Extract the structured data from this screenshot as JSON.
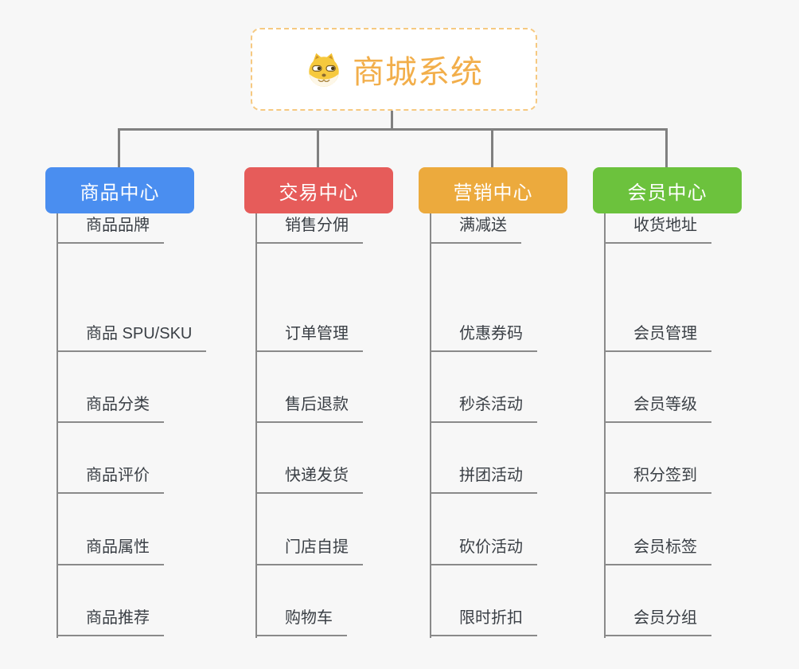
{
  "page": {
    "background_color": "#f7f7f7",
    "connector_color": "#808080"
  },
  "root": {
    "title": "商城系统",
    "icon": "shiba-dog-icon",
    "title_color": "#f2ae4a",
    "border_color": "#f6c981"
  },
  "branches": [
    {
      "label": "商品中心",
      "color": "#4a8ef0",
      "children": [
        "商品 SPU/SKU",
        "商品分类",
        "商品评价",
        "商品属性",
        "商品推荐",
        "商品品牌"
      ]
    },
    {
      "label": "交易中心",
      "color": "#e65c5a",
      "children": [
        "订单管理",
        "售后退款",
        "快递发货",
        "门店自提",
        "购物车",
        "销售分佣"
      ]
    },
    {
      "label": "营销中心",
      "color": "#ecaa3d",
      "children": [
        "优惠券码",
        "秒杀活动",
        "拼团活动",
        "砍价活动",
        "限时折扣",
        "满减送"
      ]
    },
    {
      "label": "会员中心",
      "color": "#6cc23d",
      "children": [
        "会员管理",
        "会员等级",
        "积分签到",
        "会员标签",
        "会员分组",
        "收货地址"
      ]
    }
  ]
}
